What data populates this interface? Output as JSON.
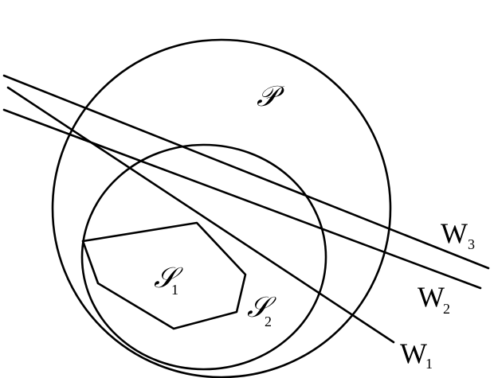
{
  "labels": {
    "region_p": "𝒫",
    "set_s1": {
      "main": "𝒮",
      "sub": "1"
    },
    "set_s2": {
      "main": "𝒮",
      "sub": "2"
    },
    "line_w1": {
      "main": "W",
      "sub": "1"
    },
    "line_w2": {
      "main": "W",
      "sub": "2"
    },
    "line_w3": {
      "main": "W",
      "sub": "3"
    }
  }
}
